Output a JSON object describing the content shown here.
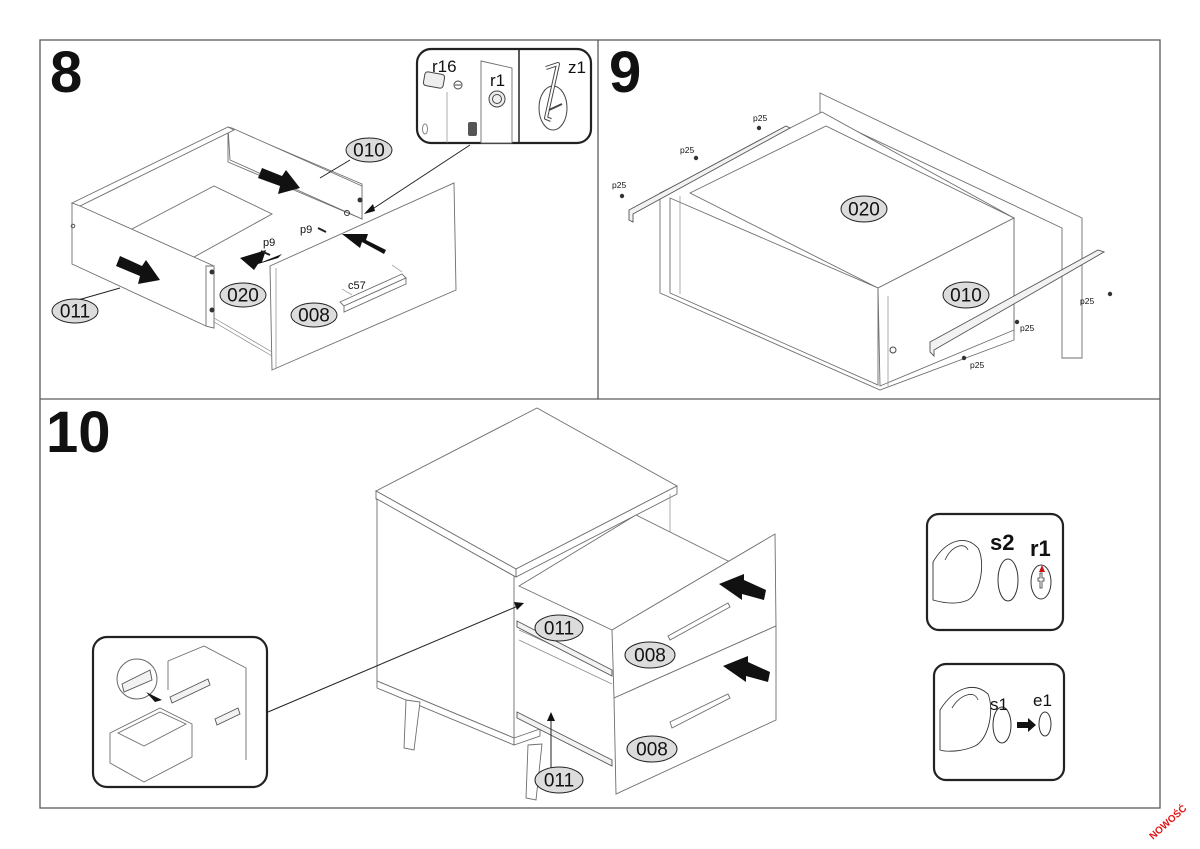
{
  "document": {
    "type": "furniture assembly instructions",
    "stamp_label": "NOWOŚĆ",
    "stamp_color": "#e01818"
  },
  "steps": [
    {
      "number": "8",
      "part_labels": [
        "010",
        "011",
        "020",
        "008"
      ],
      "hardware_labels": [
        "p9",
        "p9",
        "c57"
      ],
      "detail_inset": {
        "labels": [
          "r16",
          "r1",
          "z1"
        ]
      }
    },
    {
      "number": "9",
      "part_labels": [
        "020",
        "010"
      ],
      "hardware_labels": [
        "p25",
        "p25",
        "p25",
        "p25",
        "p25",
        "p25"
      ]
    },
    {
      "number": "10",
      "part_labels": [
        "011",
        "008",
        "008",
        "011"
      ],
      "cap_detail_1": {
        "labels": [
          "s2",
          "r1"
        ],
        "accent_color": "#cc1111"
      },
      "cap_detail_2": {
        "labels": [
          "s1",
          "e1"
        ]
      }
    }
  ],
  "colors": {
    "label_fill": "#dcdcdc",
    "line": "#6e6e6e",
    "frame": "#5a5a5a",
    "ink": "#111111"
  }
}
